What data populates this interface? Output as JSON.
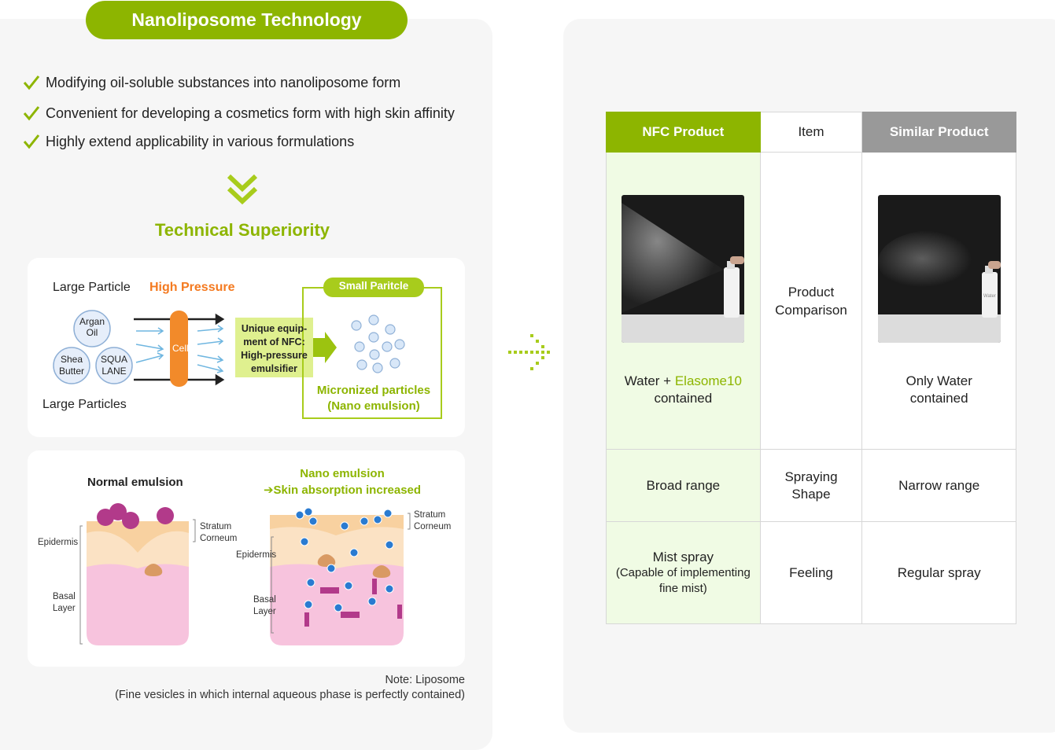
{
  "left": {
    "badge": "Nanoliposome Technology",
    "bullets": [
      "Modifying oil-soluble substances into nanoliposome form",
      "Convenient for developing a cosmetics form with high skin affinity",
      "Highly extend applicability in various formulations"
    ],
    "tech_title": "Technical Superiority",
    "diagram1": {
      "large_particle": "Large Particle",
      "high_pressure": "High Pressure",
      "small_particle": "Small Paritcle",
      "argan": [
        "Argan",
        "Oil"
      ],
      "shea": [
        "Shea",
        "Butter"
      ],
      "squa": [
        "SQUA",
        "LANE"
      ],
      "cell": "Cell",
      "large_particles": "Large Particles",
      "equipment": [
        "Unique equip-",
        "ment of NFC:",
        "High-pressure",
        "emulsifier"
      ],
      "micronized": [
        "Micronized particles",
        "(Nano emulsion)"
      ]
    },
    "diagram2": {
      "normal_title": "Normal emulsion",
      "nano_title": "Nano emulsion",
      "nano_sub": "➔Skin absorption increased",
      "stratum_1": "Stratum",
      "stratum_2": "Corneum",
      "epidermis": "Epidermis",
      "basal_1": "Basal",
      "basal_2": "Layer"
    },
    "note_1": "Note: Liposome",
    "note_2": "(Fine vesicles in which internal aqueous phase is perfectly contained)"
  },
  "table": {
    "headers": {
      "nfc": "NFC Product",
      "item": "Item",
      "similar": "Similar Product"
    },
    "rows": {
      "comparison": {
        "item": [
          "Product",
          "Comparison"
        ],
        "nfc_prefix": "Water + ",
        "nfc_highlight": "Elasome10",
        "nfc_suffix": "contained",
        "similar": [
          "Only Water",
          "contained"
        ],
        "bottle_label": "Water"
      },
      "spraying": {
        "item": [
          "Spraying",
          "Shape"
        ],
        "nfc": "Broad range",
        "similar": "Narrow range"
      },
      "feeling": {
        "item": "Feeling",
        "nfc": [
          "Mist spray",
          "(Capable of implementing",
          "fine mist)"
        ],
        "similar": "Regular spray"
      }
    }
  },
  "colors": {
    "green": "#8db500",
    "orange": "#f47a20",
    "gray": "#999999",
    "light_green": "#f0fbe4"
  }
}
